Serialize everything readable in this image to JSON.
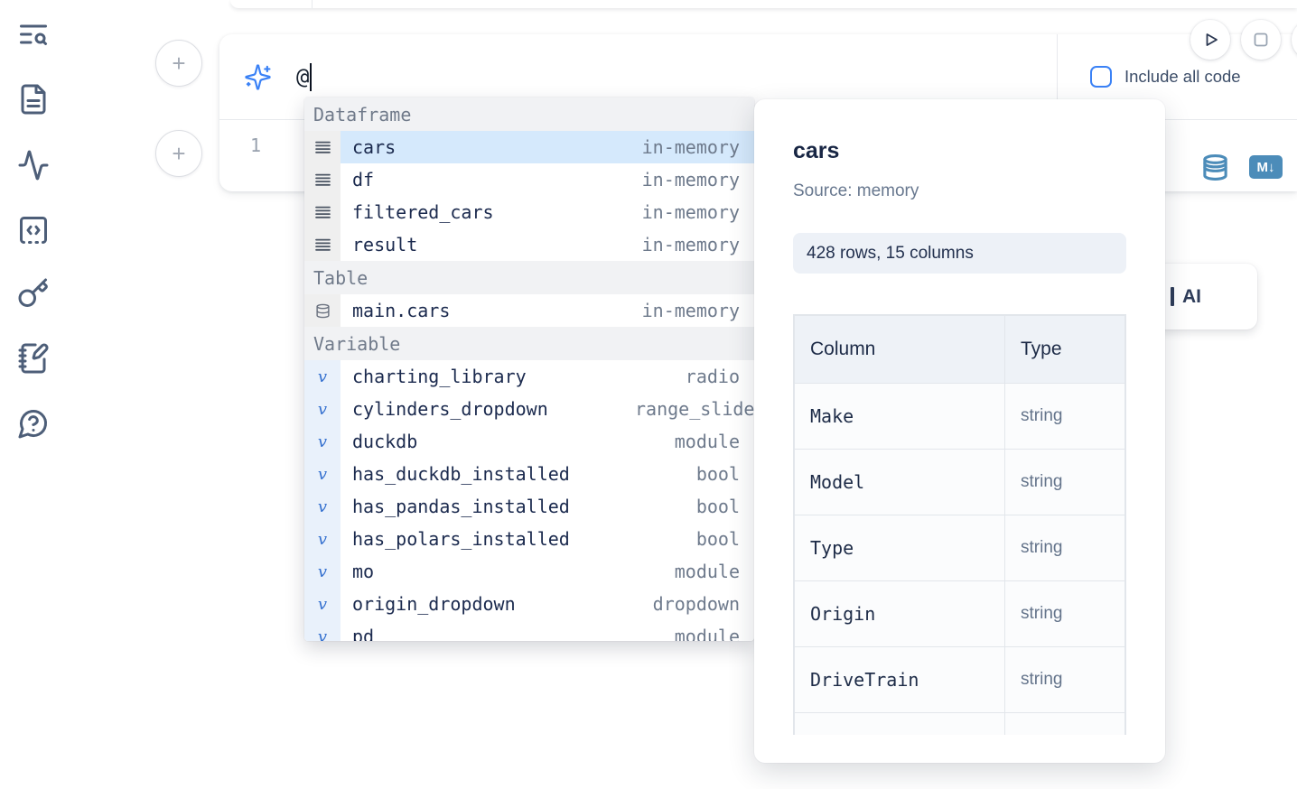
{
  "sidebar": {
    "icons": [
      {
        "name": "toc-search-icon"
      },
      {
        "name": "file-document-icon"
      },
      {
        "name": "activity-icon"
      },
      {
        "name": "code-snippets-icon"
      },
      {
        "name": "secrets-key-icon"
      },
      {
        "name": "scratchpad-icon"
      },
      {
        "name": "help-chat-icon"
      }
    ]
  },
  "prompt": {
    "value": "@",
    "icon": "sparkles-ai-icon"
  },
  "run_controls": {
    "include_all_code": "Include all code",
    "play_icon": "run-button",
    "stop_icon": "stop-button"
  },
  "editor": {
    "line_number": "1",
    "database_icon": "database-icon",
    "markdown_badge": "M↓"
  },
  "autocomplete": {
    "sections": [
      {
        "label": "Dataframe",
        "items": [
          {
            "name": "cars",
            "type": "in-memory",
            "icon": "dataframe-icon",
            "selected": true
          },
          {
            "name": "df",
            "type": "in-memory",
            "icon": "dataframe-icon",
            "selected": false
          },
          {
            "name": "filtered_cars",
            "type": "in-memory",
            "icon": "dataframe-icon",
            "selected": false
          },
          {
            "name": "result",
            "type": "in-memory",
            "icon": "dataframe-icon",
            "selected": false
          }
        ]
      },
      {
        "label": "Table",
        "items": [
          {
            "name": "main.cars",
            "type": "in-memory",
            "icon": "database-icon",
            "selected": false
          }
        ]
      },
      {
        "label": "Variable",
        "items": [
          {
            "name": "charting_library",
            "type": "radio",
            "icon": "variable-icon",
            "selected": false
          },
          {
            "name": "cylinders_dropdown",
            "type": "range_slider",
            "icon": "variable-icon",
            "selected": false
          },
          {
            "name": "duckdb",
            "type": "module",
            "icon": "variable-icon",
            "selected": false
          },
          {
            "name": "has_duckdb_installed",
            "type": "bool",
            "icon": "variable-icon",
            "selected": false
          },
          {
            "name": "has_pandas_installed",
            "type": "bool",
            "icon": "variable-icon",
            "selected": false
          },
          {
            "name": "has_polars_installed",
            "type": "bool",
            "icon": "variable-icon",
            "selected": false
          },
          {
            "name": "mo",
            "type": "module",
            "icon": "variable-icon",
            "selected": false
          },
          {
            "name": "origin_dropdown",
            "type": "dropdown",
            "icon": "variable-icon",
            "selected": false
          },
          {
            "name": "pd",
            "type": "module",
            "icon": "variable-icon",
            "selected": false
          }
        ]
      }
    ]
  },
  "preview": {
    "title": "cars",
    "source": "Source: memory",
    "shape": "428 rows, 15 columns",
    "table": {
      "headers": [
        "Column",
        "Type"
      ],
      "rows": [
        [
          "Make",
          "string"
        ],
        [
          "Model",
          "string"
        ],
        [
          "Type",
          "string"
        ],
        [
          "Origin",
          "string"
        ],
        [
          "DriveTrain",
          "string"
        ]
      ]
    }
  },
  "ai_cell_button": {
    "label": "AI"
  },
  "colors": {
    "accent_blue": "#3b82f6",
    "steel_blue": "#4c8cb9",
    "selection_blue": "#d5e9fc",
    "navy_text": "#1b2a4e",
    "muted_text": "#6e7a8c"
  }
}
